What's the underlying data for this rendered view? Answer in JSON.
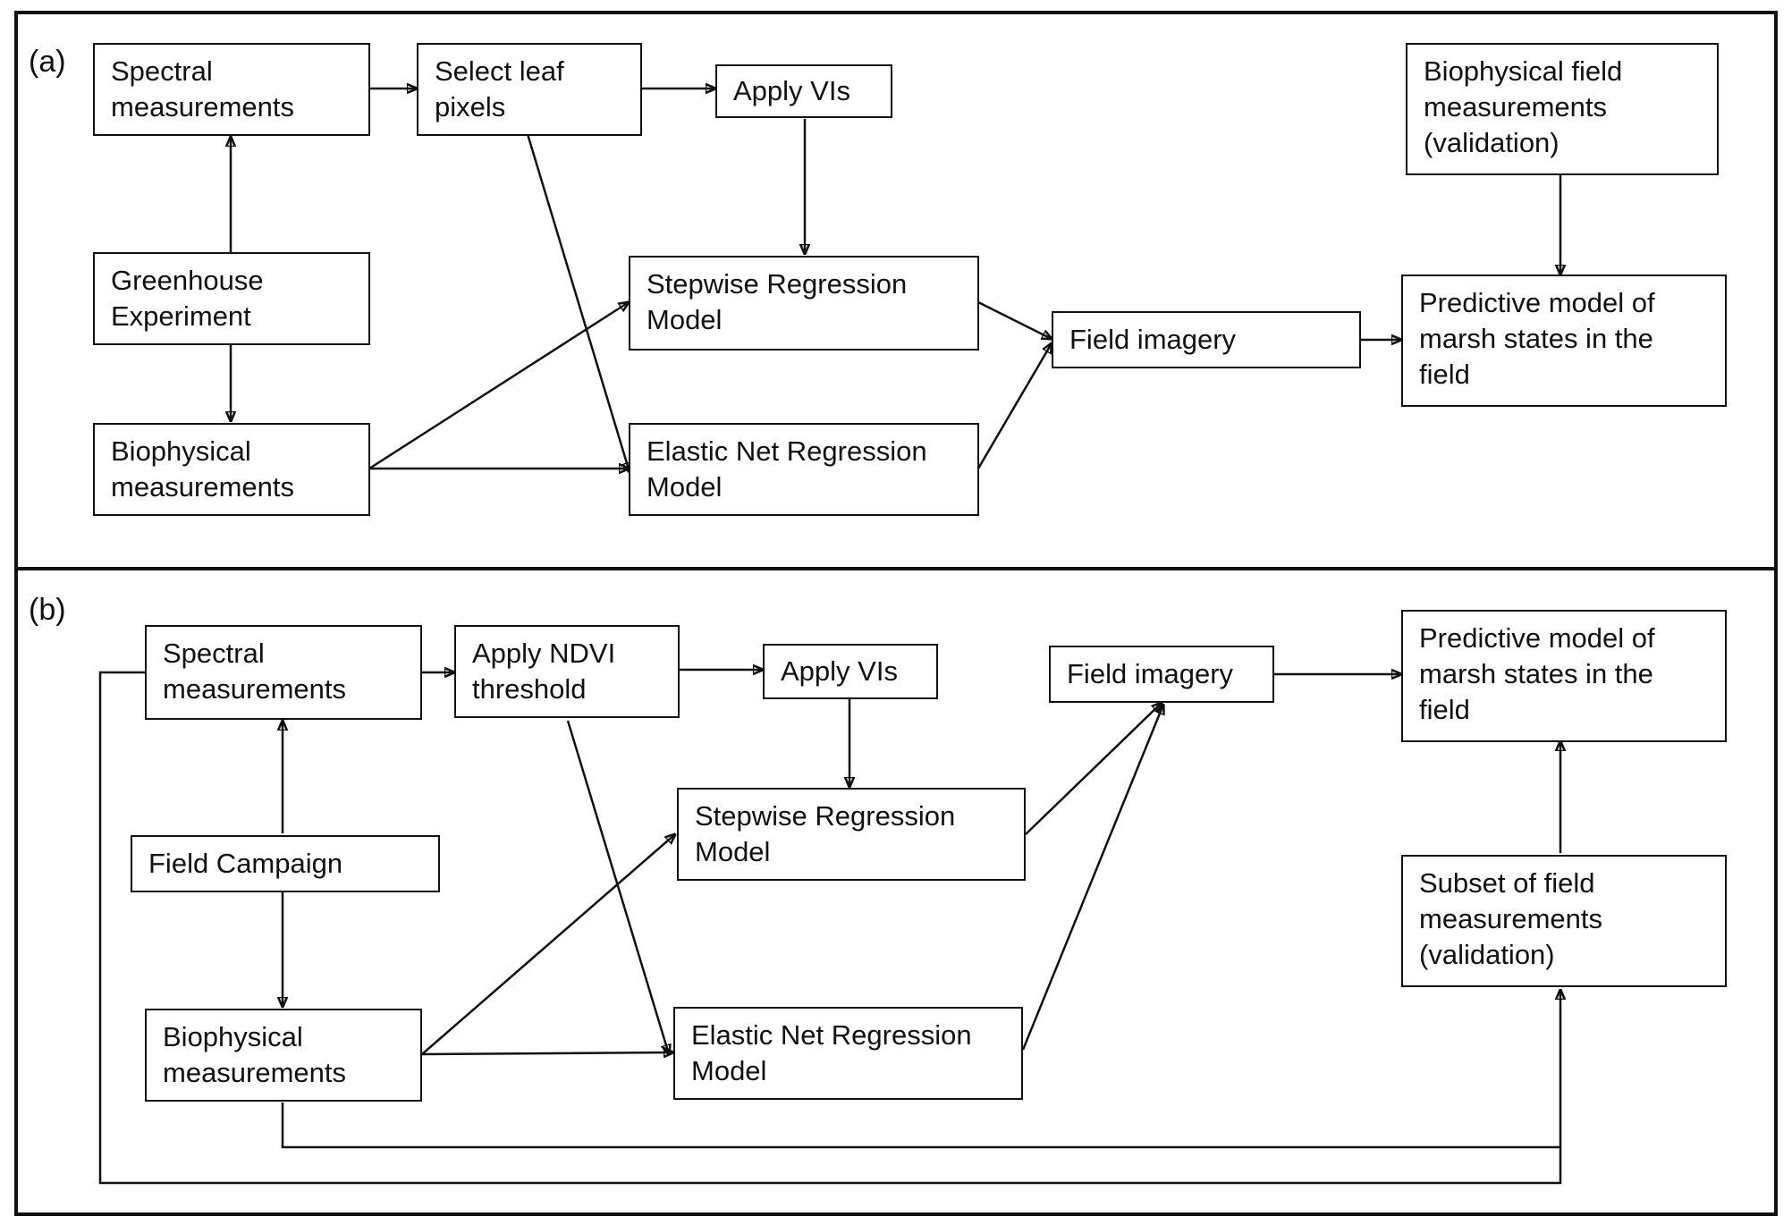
{
  "diagram": {
    "panel_a": {
      "label": "(a)",
      "nodes": {
        "spectral": "Spectral\nmeasurements",
        "select_leaf": "Select leaf\npixels",
        "apply_vis": "Apply VIs",
        "bio_field_validation": "Biophysical field\nmeasurements\n(validation)",
        "greenhouse": "Greenhouse\nExperiment",
        "stepwise": "Stepwise Regression\nModel",
        "field_imagery": "Field imagery",
        "predictive": "Predictive model of\nmarsh states in the\nfield",
        "biophysical": "Biophysical\nmeasurements",
        "elastic_net": "Elastic Net Regression\nModel"
      }
    },
    "panel_b": {
      "label": "(b)",
      "nodes": {
        "spectral": "Spectral\nmeasurements",
        "ndvi_threshold": "Apply NDVI\nthreshold",
        "apply_vis": "Apply VIs",
        "field_imagery": "Field imagery",
        "predictive": "Predictive model of\nmarsh states in the\nfield",
        "field_campaign": "Field Campaign",
        "stepwise": "Stepwise Regression\nModel",
        "subset_validation": "Subset of field\nmeasurements\n(validation)",
        "biophysical": "Biophysical\nmeasurements",
        "elastic_net": "Elastic Net Regression\nModel"
      }
    },
    "edges": [
      {
        "panel": "a",
        "from": "spectral",
        "to": "select_leaf"
      },
      {
        "panel": "a",
        "from": "select_leaf",
        "to": "apply_vis"
      },
      {
        "panel": "a",
        "from": "select_leaf",
        "to": "elastic_net"
      },
      {
        "panel": "a",
        "from": "apply_vis",
        "to": "stepwise"
      },
      {
        "panel": "a",
        "from": "greenhouse",
        "to": "spectral"
      },
      {
        "panel": "a",
        "from": "greenhouse",
        "to": "biophysical"
      },
      {
        "panel": "a",
        "from": "biophysical",
        "to": "stepwise"
      },
      {
        "panel": "a",
        "from": "biophysical",
        "to": "elastic_net"
      },
      {
        "panel": "a",
        "from": "stepwise",
        "to": "field_imagery"
      },
      {
        "panel": "a",
        "from": "elastic_net",
        "to": "field_imagery"
      },
      {
        "panel": "a",
        "from": "field_imagery",
        "to": "predictive"
      },
      {
        "panel": "a",
        "from": "bio_field_validation",
        "to": "predictive"
      },
      {
        "panel": "b",
        "from": "spectral",
        "to": "ndvi_threshold"
      },
      {
        "panel": "b",
        "from": "ndvi_threshold",
        "to": "apply_vis"
      },
      {
        "panel": "b",
        "from": "ndvi_threshold",
        "to": "elastic_net"
      },
      {
        "panel": "b",
        "from": "apply_vis",
        "to": "stepwise"
      },
      {
        "panel": "b",
        "from": "field_campaign",
        "to": "spectral"
      },
      {
        "panel": "b",
        "from": "field_campaign",
        "to": "biophysical"
      },
      {
        "panel": "b",
        "from": "biophysical",
        "to": "stepwise"
      },
      {
        "panel": "b",
        "from": "biophysical",
        "to": "elastic_net"
      },
      {
        "panel": "b",
        "from": "stepwise",
        "to": "field_imagery"
      },
      {
        "panel": "b",
        "from": "elastic_net",
        "to": "field_imagery"
      },
      {
        "panel": "b",
        "from": "field_imagery",
        "to": "predictive"
      },
      {
        "panel": "b",
        "from": "subset_validation",
        "to": "predictive"
      },
      {
        "panel": "b",
        "from": "biophysical",
        "to": "subset_validation"
      },
      {
        "panel": "b",
        "from": "spectral",
        "to": "subset_validation"
      }
    ]
  }
}
